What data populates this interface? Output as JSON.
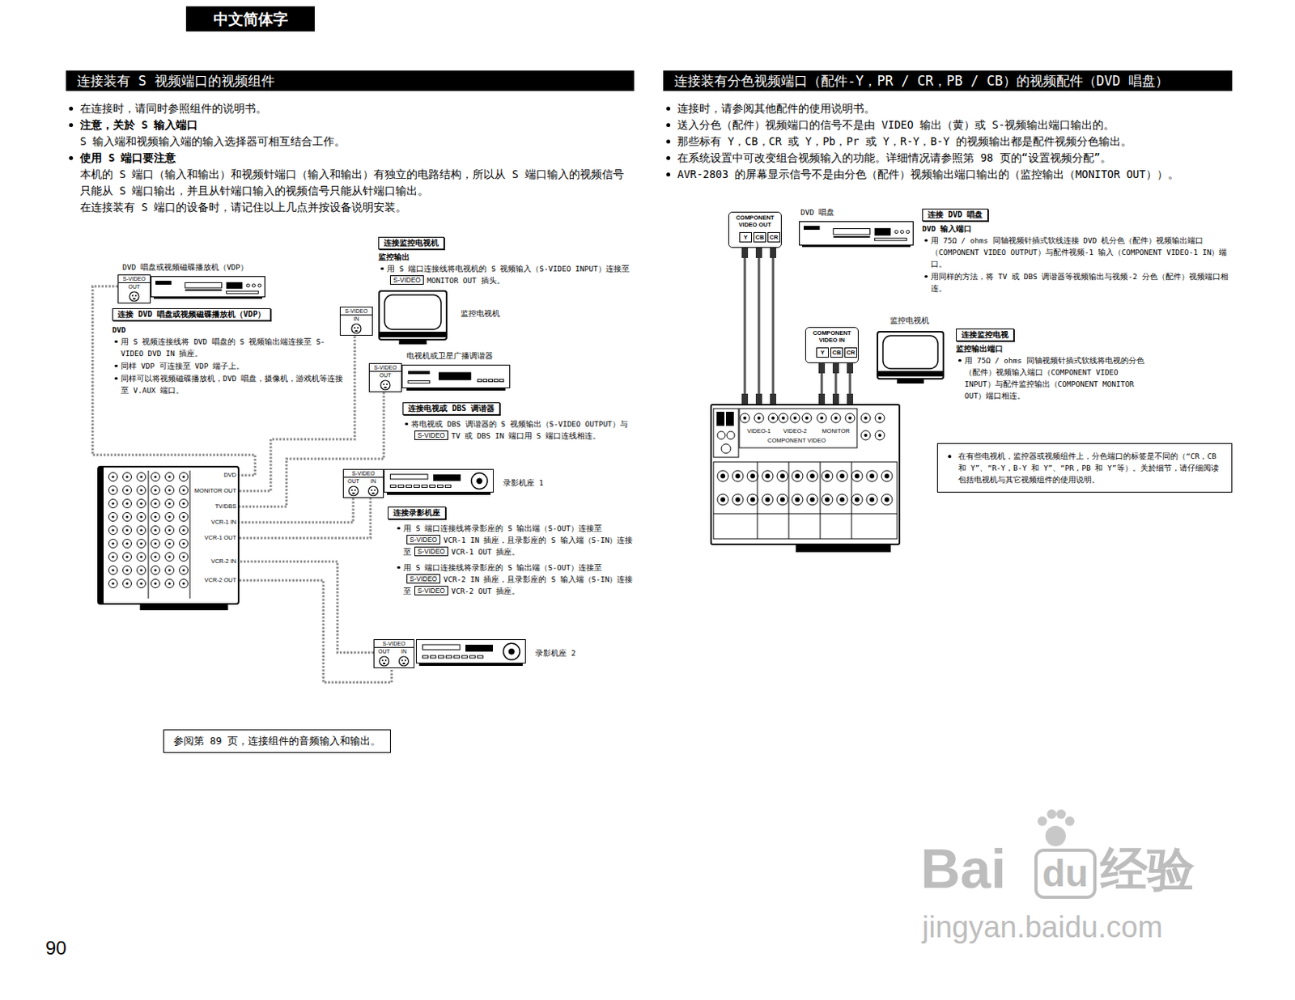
{
  "diagram": {
    "nodes": [
      {
        "text": [
          "中文简体字"
        ]
      },
      {
        "text": [
          "连接装有 S 视频端口的视频组件"
        ]
      },
      {
        "text": [
          "连接装有分色视频端口（配件-Y，PR / CR，PB / CB）的视频配件（DVD 唱盘）"
        ]
      },
      {
        "text": [
          "DVD 唱盘或视频磁碟播放机（VDP）"
        ]
      },
      {
        "text": [
          "S-VIDEO",
          "OUT"
        ]
      },
      {
        "text": [
          "连接 DVD 唱盘或视频磁碟播放机（VDP）"
        ]
      },
      {
        "text": [
          "连接监控电视机"
        ]
      },
      {
        "text": [
          "S-VIDEO",
          "IN"
        ]
      },
      {
        "text": [
          "监控电视机"
        ]
      },
      {
        "text": [
          "电视机或卫星广播调谐器"
        ]
      },
      {
        "text": [
          "S-VIDEO",
          "OUT"
        ]
      },
      {
        "text": [
          "连接电视或 DBS 调谐器"
        ]
      },
      {
        "text": [
          "DVD",
          "MONITOR OUT",
          "TV/DBS",
          "VCR-1 IN",
          "VCR-1 OUT",
          "VCR-2 IN",
          "VCR-2 OUT"
        ]
      },
      {
        "text": [
          "S-VIDEO",
          "OUT",
          "IN"
        ]
      },
      {
        "text": [
          "录影机座 1"
        ]
      },
      {
        "text": [
          "连接录影机座"
        ]
      },
      {
        "text": [
          "S-VIDEO",
          "OUT",
          "IN"
        ]
      },
      {
        "text": [
          "录影机座 2"
        ]
      },
      {
        "text": [
          "参阅第 89 页，连接组件的音频输入和输出。"
        ]
      },
      {
        "text": [
          "COMPONENT VIDEO OUT",
          "Y",
          "CB",
          "CR"
        ]
      },
      {
        "text": [
          "DVD 唱盘"
        ]
      },
      {
        "text": [
          "连接 DVD 唱盘"
        ]
      },
      {
        "text": [
          "监控电视机"
        ]
      },
      {
        "text": [
          "COMPONENT VIDEO IN",
          "Y",
          "CB",
          "CR"
        ]
      },
      {
        "text": [
          "连接监控电视"
        ]
      },
      {
        "text": [
          "VIDEO-1",
          "VIDEO-2",
          "MONITOR",
          "COMPONENT VIDEO"
        ]
      },
      {
        "text": [
          "在有些电视机，监控器或视频组件上，分色端口的标签是不同的（“CR，CB 和 Y”、“R-Y，B-Y 和 Y”、“PR，PB 和 Y”等）。关於细节，请仔细阅读包括电视机与其它视频组件的使用说明。"
        ]
      }
    ],
    "edges": [
      {
        "from": 4,
        "to": 12,
        "arrow": "none"
      },
      {
        "from": 12,
        "to": 7,
        "arrow": "none"
      },
      {
        "from": 10,
        "to": 12,
        "arrow": "none"
      },
      {
        "from": 13,
        "to": 12,
        "arrow": "none"
      },
      {
        "from": 12,
        "to": 13,
        "arrow": "none"
      },
      {
        "from": 16,
        "to": 12,
        "arrow": "none"
      },
      {
        "from": 12,
        "to": 16,
        "arrow": "none"
      },
      {
        "from": 19,
        "to": 25,
        "arrow": "none"
      },
      {
        "from": 19,
        "to": 25,
        "arrow": "none"
      },
      {
        "from": 19,
        "to": 25,
        "arrow": "none"
      },
      {
        "from": 25,
        "to": 23,
        "arrow": "none"
      },
      {
        "from": 25,
        "to": 23,
        "arrow": "none"
      },
      {
        "from": 25,
        "to": 23,
        "arrow": "none"
      }
    ],
    "labels": [
      "在连接时，请同时参照组件的说明书。",
      "注意，关於 S 输入端口",
      "S 输入端和视频输入端的输入选择器可相互结合工作。",
      "使用 S 端口要注意",
      "本机的 S 端口（输入和输出）和视频针端口（输入和输出）有独立的电路结构，所以从 S 端口输入的视频信号只能从 S 端口输出，并且从针端口输入的视频信号只能从针端口输出。",
      "在连接装有 S 端口的设备时，请记住以上几点并按设备说明安装。",
      "连接时，请参阅其他配件的使用说明书。",
      "送入分色（配件）视频端口的信号不是由 VIDEO 输出（黄）或 S-视频输出端口输出的。",
      "那些标有 Y，CB，CR 或 Y，Pb，Pr 或 Y，R-Y，B-Y 的视频输出都是配件视频分色输出。",
      "在系统设置中可改变组合视频输入的功能。详细情况请参照第 98 页的“设置视频分配”。",
      "AVR-2803 的屏幕显示信号不是由分色（配件）视频输出端口输出的（监控输出（MONITOR OUT））。",
      "DVD",
      "用 S 视频连接线将 DVD 唱盘的 S 视频输出端连接至 S-VIDEO DVD IN 插座。",
      "同样 VDP 可连接至 VDP 端子上。",
      "同样可以将视频磁碟播放机，DVD 唱盘，摄像机，游戏机等连接至 V.AUX 端口。",
      "监控输出",
      "用 S 端口连接线将电视机的 S 视频输入（S-VIDEO INPUT）连接至",
      "S-VIDEO",
      "MONITOR OUT 插头。",
      "将电视或 DBS 调谐器的 S 视频输出（S-VIDEO OUTPUT）与",
      "S-VIDEO",
      "TV 或 DBS IN 端口用 S 端口连线相连。",
      "用 S 端口连接线将录影座的 S 输出端（S-OUT）连接至",
      "S-VIDEO",
      "VCR-1 IN 插座，且录影座的 S 输入端（S-IN）连接至",
      "S-VIDEO",
      "VCR-1 OUT 插座。",
      "用 S 端口连接线将录影座的 S 输出端（S-OUT）连接至",
      "S-VIDEO",
      "VCR-2 IN 插座，且录影座的 S 输入端（S-IN）连接至",
      "S-VIDEO",
      "VCR-2 OUT 插座。",
      "DVD 输入端口",
      "用 75Ω / ohms 同轴视频针插式软线连接 DVD 机分色（配件）视频输出端口（COMPONENT VIDEO OUTPUT）与配件视频-1 输入（COMPONENT VIDEO-1 IN）端口。",
      "用同样的方法，将 TV 或 DBS 调谐器等视频输出与视频-2 分色（配件）视频端口相连。",
      "监控输出端口",
      "用 75Ω / ohms 同轴视频针插式软线将电视的分色（配件）视频输入端口（COMPONENT VIDEO INPUT）与配件监控输出（COMPONENT MONITOR OUT）端口相连。",
      "90",
      "Bai",
      "du",
      "经验",
      "jingyan.baidu.com"
    ]
  }
}
